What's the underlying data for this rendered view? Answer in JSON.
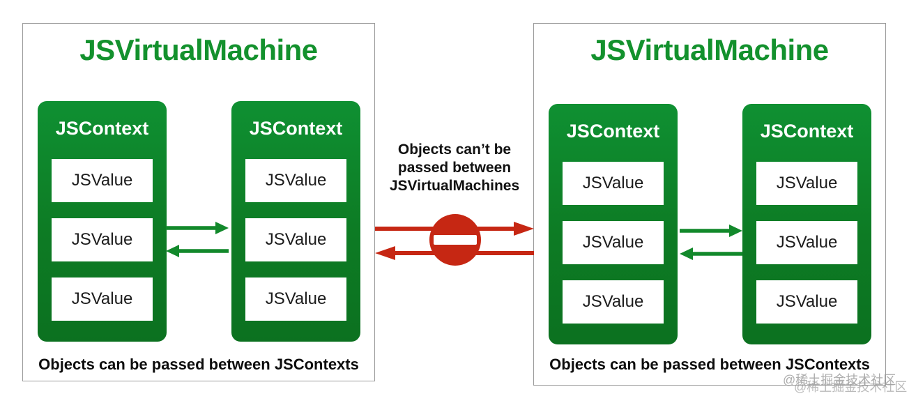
{
  "colors": {
    "green_title": "#13912D",
    "green_box_top": "#0F9032",
    "green_box_bottom": "#0C7120",
    "green_arrow": "#12892B",
    "red": "#C62713",
    "panel_border": "#9B9B9B",
    "text": "#111111",
    "watermark_gray": "#9E9E9E"
  },
  "vms": [
    {
      "title": "JSVirtualMachine",
      "caption": "Objects can be passed between JSContexts",
      "contexts": [
        {
          "title": "JSContext",
          "values": [
            "JSValue",
            "JSValue",
            "JSValue"
          ]
        },
        {
          "title": "JSContext",
          "values": [
            "JSValue",
            "JSValue",
            "JSValue"
          ]
        }
      ]
    },
    {
      "title": "JSVirtualMachine",
      "caption": "Objects can be passed between JSContexts",
      "contexts": [
        {
          "title": "JSContext",
          "values": [
            "JSValue",
            "JSValue",
            "JSValue"
          ]
        },
        {
          "title": "JSContext",
          "values": [
            "JSValue",
            "JSValue",
            "JSValue"
          ]
        }
      ]
    }
  ],
  "center": {
    "label": "Objects can’t be passed between JSVirtualMachines"
  },
  "watermark": {
    "line1": "@稀土掘金技术社区",
    "line2": "@稀土掘金技术社区"
  }
}
